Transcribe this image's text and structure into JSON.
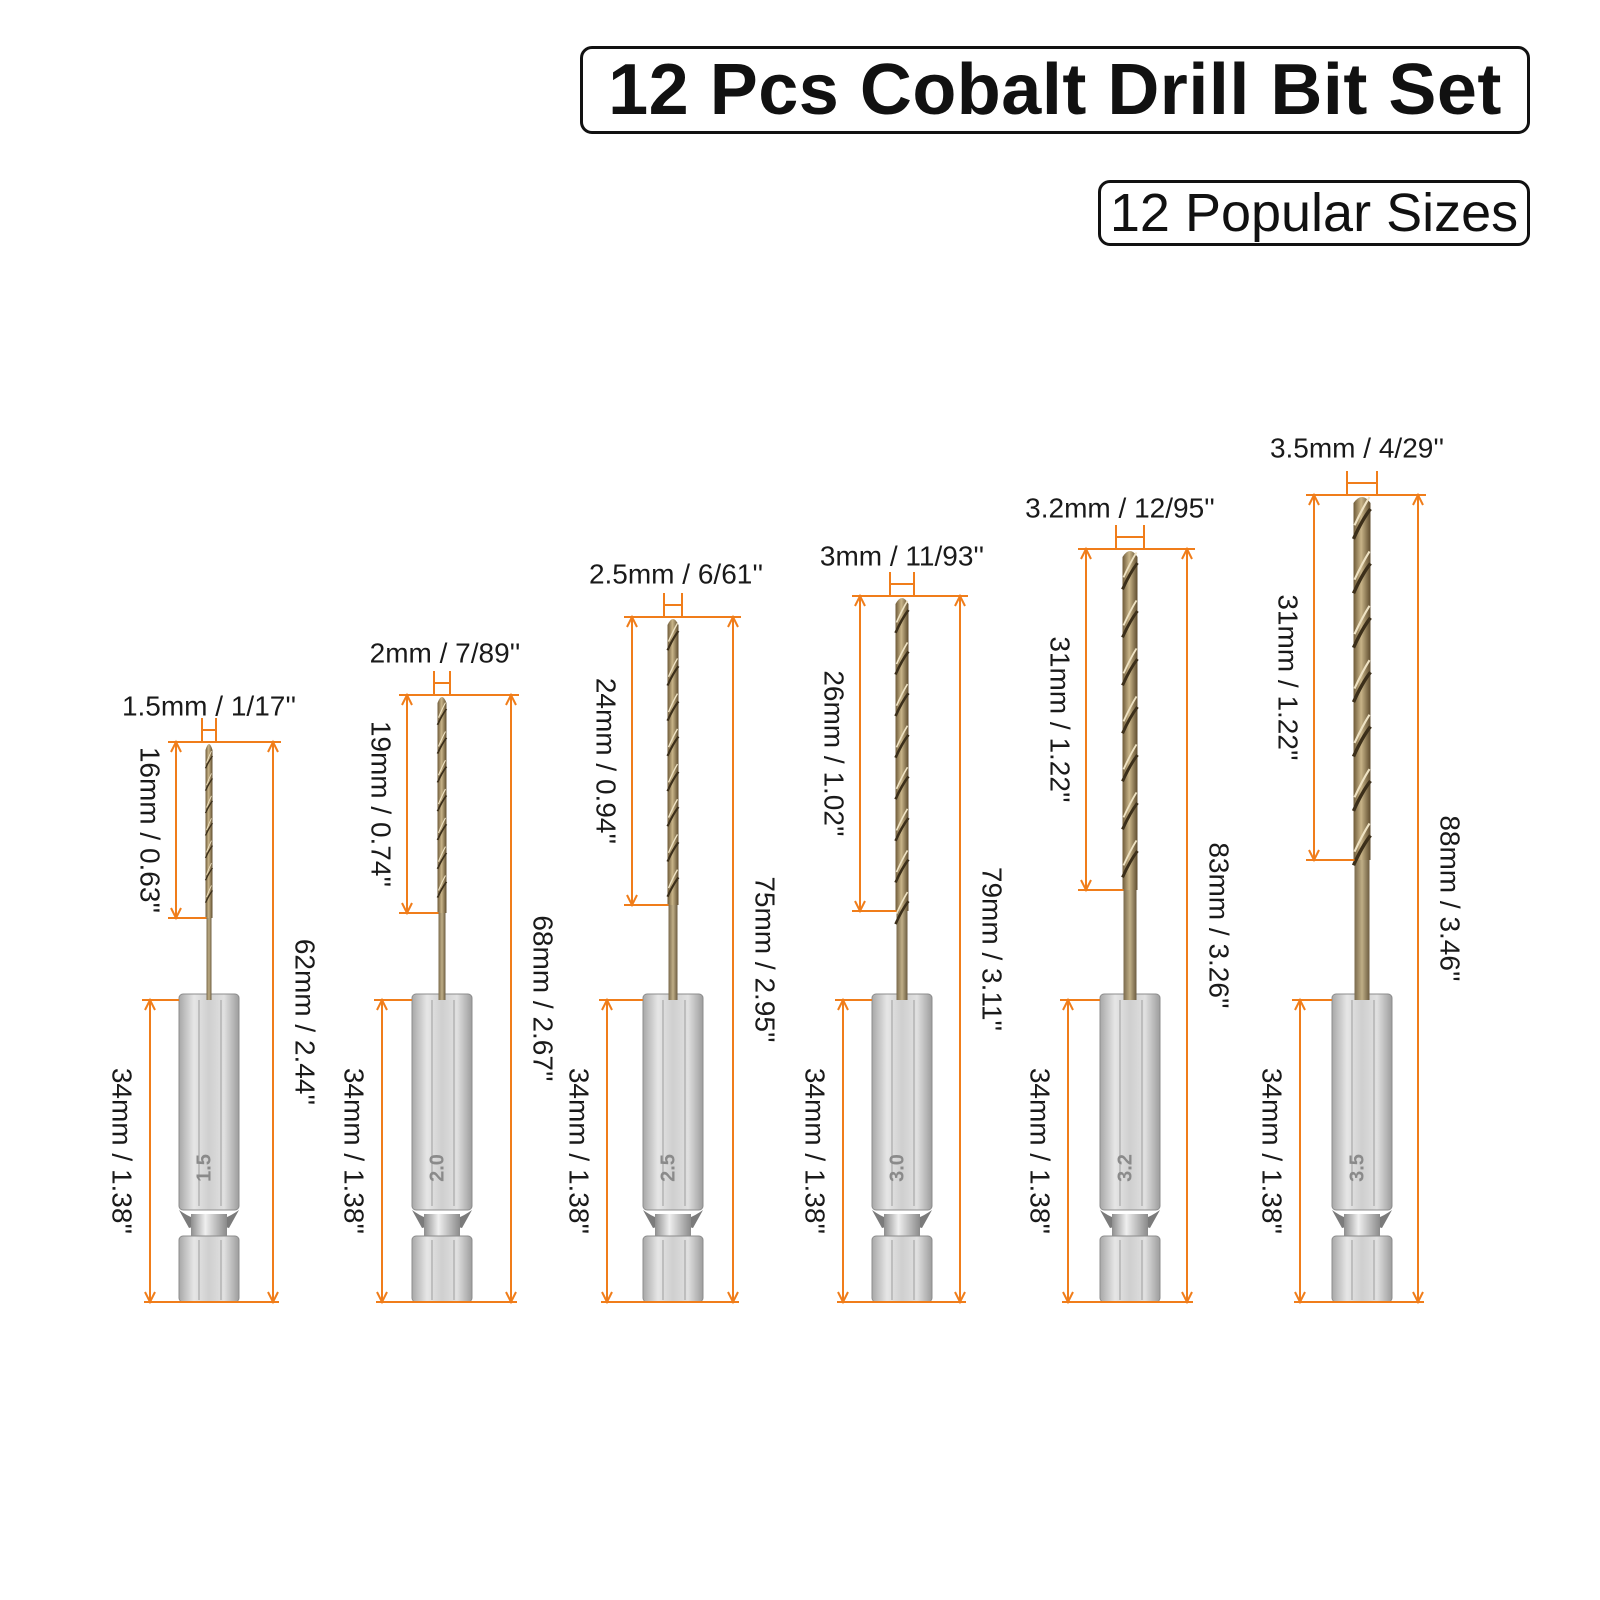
{
  "header": {
    "title": "12 Pcs Cobalt Drill Bit Set",
    "subtitle": "12 Popular Sizes"
  },
  "colors": {
    "dimension_line": "#f07d1a",
    "bit_gold": "#b49a68",
    "shank_silver": "#c9c9c9"
  },
  "bits": [
    {
      "marking": "1.5",
      "diameter": "1.5mm / 1/17''",
      "flute": "16mm / 0.63''",
      "total": "62mm / 2.44''",
      "shank": "34mm / 1.38''"
    },
    {
      "marking": "2.0",
      "diameter": "2mm / 7/89''",
      "flute": "19mm / 0.74''",
      "total": "68mm / 2.67''",
      "shank": "34mm / 1.38''"
    },
    {
      "marking": "2.5",
      "diameter": "2.5mm / 6/61''",
      "flute": "24mm / 0.94''",
      "total": "75mm / 2.95''",
      "shank": "34mm / 1.38''"
    },
    {
      "marking": "3.0",
      "diameter": "3mm / 11/93''",
      "flute": "26mm / 1.02''",
      "total": "79mm / 3.11''",
      "shank": "34mm / 1.38''"
    },
    {
      "marking": "3.2",
      "diameter": "3.2mm / 12/95''",
      "flute": "31mm / 1.22''",
      "total": "83mm / 3.26''",
      "shank": "34mm / 1.38''"
    },
    {
      "marking": "3.5",
      "diameter": "3.5mm / 4/29''",
      "flute": "31mm / 1.22''",
      "total": "88mm / 3.46''",
      "shank": "34mm / 1.38''"
    }
  ]
}
